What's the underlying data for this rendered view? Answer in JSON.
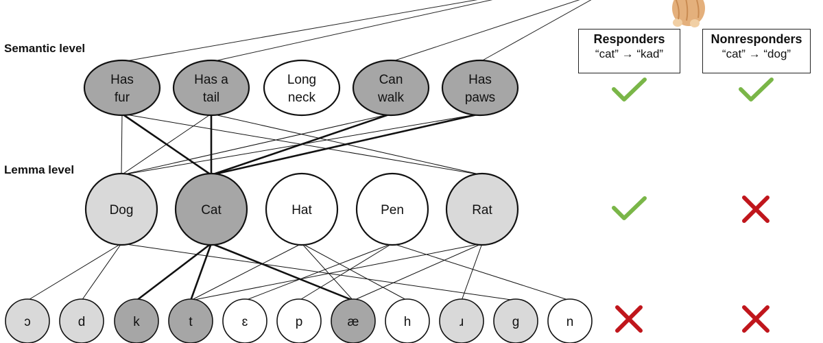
{
  "colors": {
    "semantic_active": "#a6a6a6",
    "lemma_target": "#a6a6a6",
    "lemma_related": "#d9d9d9",
    "phoneme_target": "#a6a6a6",
    "phoneme_related": "#d9d9d9",
    "inactive": "#ffffff",
    "check": "#7ab648",
    "cross": "#c0161c"
  },
  "labels": {
    "semantic": "Semantic level",
    "lemma": "Lemma level"
  },
  "columns": {
    "responders": {
      "title": "Responders",
      "example": "“cat” → “kad”"
    },
    "nonresponders": {
      "title": "Nonresponders",
      "example": "“cat” → “dog”"
    }
  },
  "semantic_nodes": [
    {
      "id": "fur",
      "lines": [
        "Has",
        "fur"
      ],
      "state": "active"
    },
    {
      "id": "tail",
      "lines": [
        "Has a",
        "tail"
      ],
      "state": "active"
    },
    {
      "id": "neck",
      "lines": [
        "Long",
        "neck"
      ],
      "state": "inactive"
    },
    {
      "id": "walk",
      "lines": [
        "Can",
        "walk"
      ],
      "state": "active"
    },
    {
      "id": "paws",
      "lines": [
        "Has",
        "paws"
      ],
      "state": "active"
    }
  ],
  "lemma_nodes": [
    {
      "id": "dog",
      "label": "Dog",
      "state": "related"
    },
    {
      "id": "cat",
      "label": "Cat",
      "state": "target"
    },
    {
      "id": "hat",
      "label": "Hat",
      "state": "inactive"
    },
    {
      "id": "pen",
      "label": "Pen",
      "state": "inactive"
    },
    {
      "id": "rat",
      "label": "Rat",
      "state": "related"
    }
  ],
  "phoneme_nodes": [
    {
      "id": "ɔ",
      "label": "ɔ",
      "state": "related"
    },
    {
      "id": "d",
      "label": "d",
      "state": "related"
    },
    {
      "id": "k",
      "label": "k",
      "state": "target"
    },
    {
      "id": "t",
      "label": "t",
      "state": "target"
    },
    {
      "id": "ɛ",
      "label": "ɛ",
      "state": "inactive"
    },
    {
      "id": "p",
      "label": "p",
      "state": "inactive"
    },
    {
      "id": "æ",
      "label": "æ",
      "state": "target"
    },
    {
      "id": "h",
      "label": "h",
      "state": "inactive"
    },
    {
      "id": "ɹ",
      "label": "ɹ",
      "state": "related"
    },
    {
      "id": "g",
      "label": "g",
      "state": "related"
    },
    {
      "id": "n",
      "label": "n",
      "state": "inactive"
    }
  ],
  "semantic_to_lemma": [
    [
      "fur",
      "dog",
      "thin"
    ],
    [
      "fur",
      "cat",
      "bold"
    ],
    [
      "fur",
      "rat",
      "thin"
    ],
    [
      "tail",
      "dog",
      "thin"
    ],
    [
      "tail",
      "cat",
      "bold"
    ],
    [
      "tail",
      "rat",
      "thin"
    ],
    [
      "walk",
      "dog",
      "thin"
    ],
    [
      "walk",
      "cat",
      "bold"
    ],
    [
      "paws",
      "dog",
      "thin"
    ],
    [
      "paws",
      "cat",
      "bold"
    ]
  ],
  "lemma_to_phoneme": [
    [
      "dog",
      "d",
      "thin"
    ],
    [
      "dog",
      "ɔ",
      "thin"
    ],
    [
      "dog",
      "g",
      "thin"
    ],
    [
      "cat",
      "k",
      "bold"
    ],
    [
      "cat",
      "t",
      "bold"
    ],
    [
      "cat",
      "æ",
      "bold"
    ],
    [
      "hat",
      "h",
      "thin"
    ],
    [
      "hat",
      "æ",
      "thin"
    ],
    [
      "hat",
      "t",
      "thin"
    ],
    [
      "pen",
      "p",
      "thin"
    ],
    [
      "pen",
      "ɛ",
      "thin"
    ],
    [
      "pen",
      "n",
      "thin"
    ],
    [
      "rat",
      "ɹ",
      "thin"
    ],
    [
      "rat",
      "æ",
      "thin"
    ],
    [
      "rat",
      "t",
      "thin"
    ]
  ],
  "top_lines_from": [
    "fur",
    "tail",
    "walk",
    "paws"
  ],
  "judgments": {
    "semantic": {
      "responders": "check",
      "nonresponders": "check"
    },
    "lemma": {
      "responders": "check",
      "nonresponders": "cross"
    },
    "phoneme": {
      "responders": "cross",
      "nonresponders": "cross"
    }
  },
  "cat_image": "cat-photo"
}
